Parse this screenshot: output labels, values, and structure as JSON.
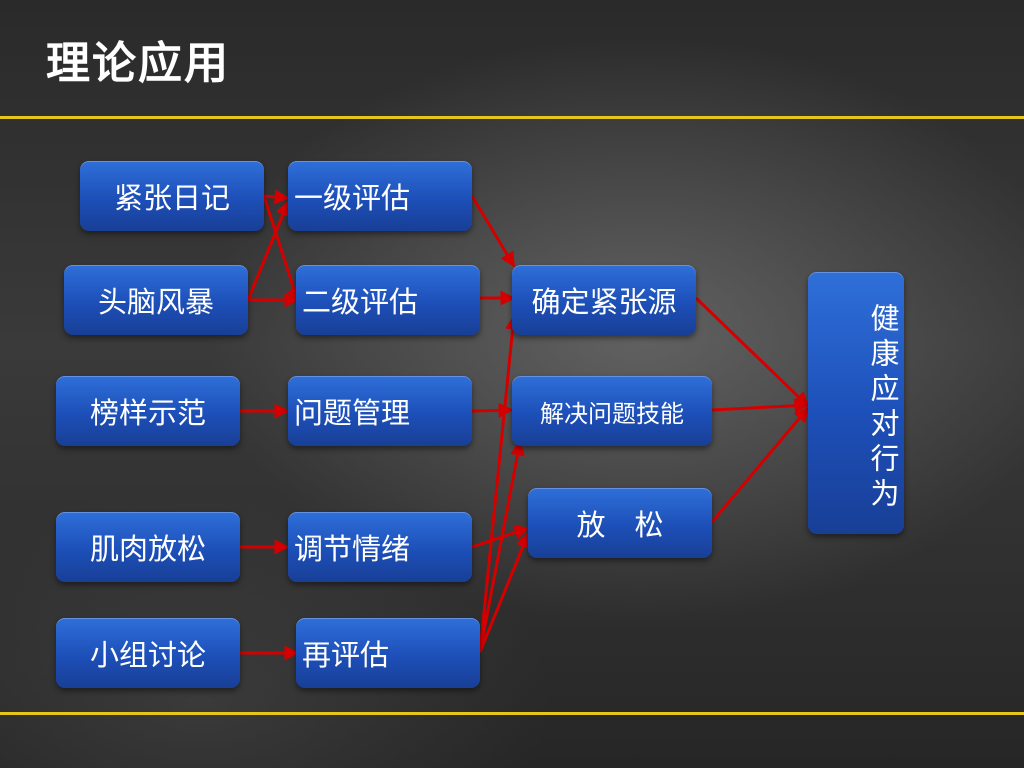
{
  "title": "理论应用",
  "nodes": {
    "tension_diary": "紧张日记",
    "brainstorm": "头脑风暴",
    "role_model": "榜样示范",
    "muscle_relax": "肌肉放松",
    "group_discussion": "小组讨论",
    "level1_eval": "一级评估",
    "level2_eval": "二级评估",
    "problem_mgmt": "问题管理",
    "emotion_regulation": "调节情绪",
    "re_eval": "再评估",
    "identify_stressor": "确定紧张源",
    "problem_solving": "解决问题技能",
    "relax": "放　松",
    "healthy_coping": "健康应对行为"
  },
  "colors": {
    "box": "#1d4fb8",
    "arrow": "#d40000",
    "rule": "#e6c619",
    "text": "#ffffff"
  }
}
